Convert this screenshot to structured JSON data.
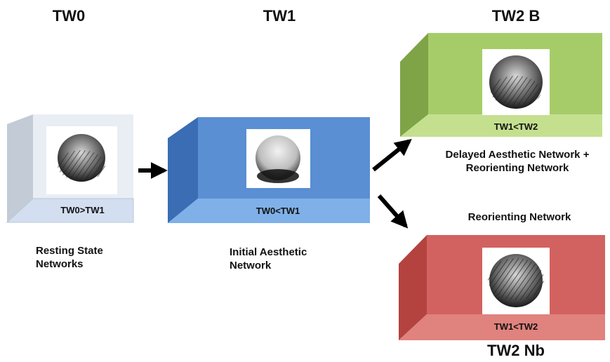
{
  "headers": {
    "tw0": "TW0",
    "tw1": "TW1",
    "tw2b": "TW2 B",
    "tw2nb": "TW2 Nb"
  },
  "boxes": {
    "tw0": {
      "label": "TW0>TW1",
      "color": "#dbe7f5"
    },
    "tw1": {
      "label": "TW0<TW1",
      "color": "#4f86cf"
    },
    "tw2b": {
      "label": "TW1<TW2",
      "color": "#9bc45a"
    },
    "tw2nb": {
      "label": "TW1<TW2",
      "color": "#d4605e"
    }
  },
  "captions": {
    "tw0_line1": "Resting State",
    "tw0_line2": "Networks",
    "tw1_line1": "Initial Aesthetic",
    "tw1_line2": "Network",
    "tw2b_line1": "Delayed Aesthetic Network +",
    "tw2b_line2": "Reorienting Network",
    "tw2nb": "Reorienting Network"
  },
  "icons": {
    "brain_network": "brain-network-graph-icon",
    "arrow": "arrow-icon"
  }
}
